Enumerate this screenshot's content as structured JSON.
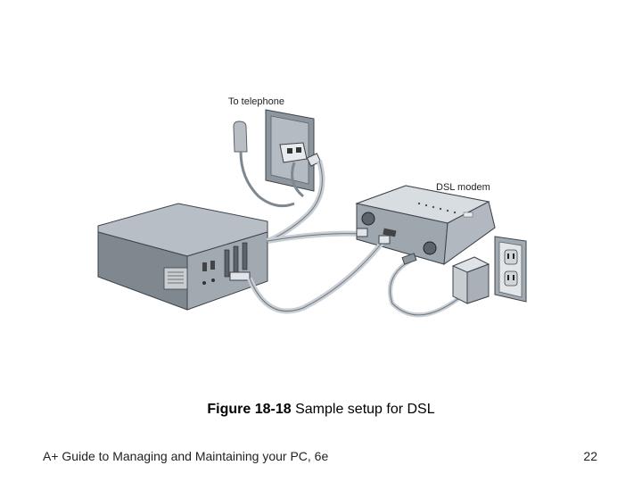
{
  "diagram": {
    "labels": {
      "telephone": "To telephone",
      "modem": "DSL modem"
    }
  },
  "caption": {
    "number": "Figure 18-18",
    "text": "Sample setup for DSL"
  },
  "footer": {
    "book_title": "A+ Guide to Managing and Maintaining your PC, 6e",
    "page_number": "22"
  },
  "colors": {
    "device_gray": "#a9b0b8",
    "cable_gray": "#c9ced4"
  }
}
